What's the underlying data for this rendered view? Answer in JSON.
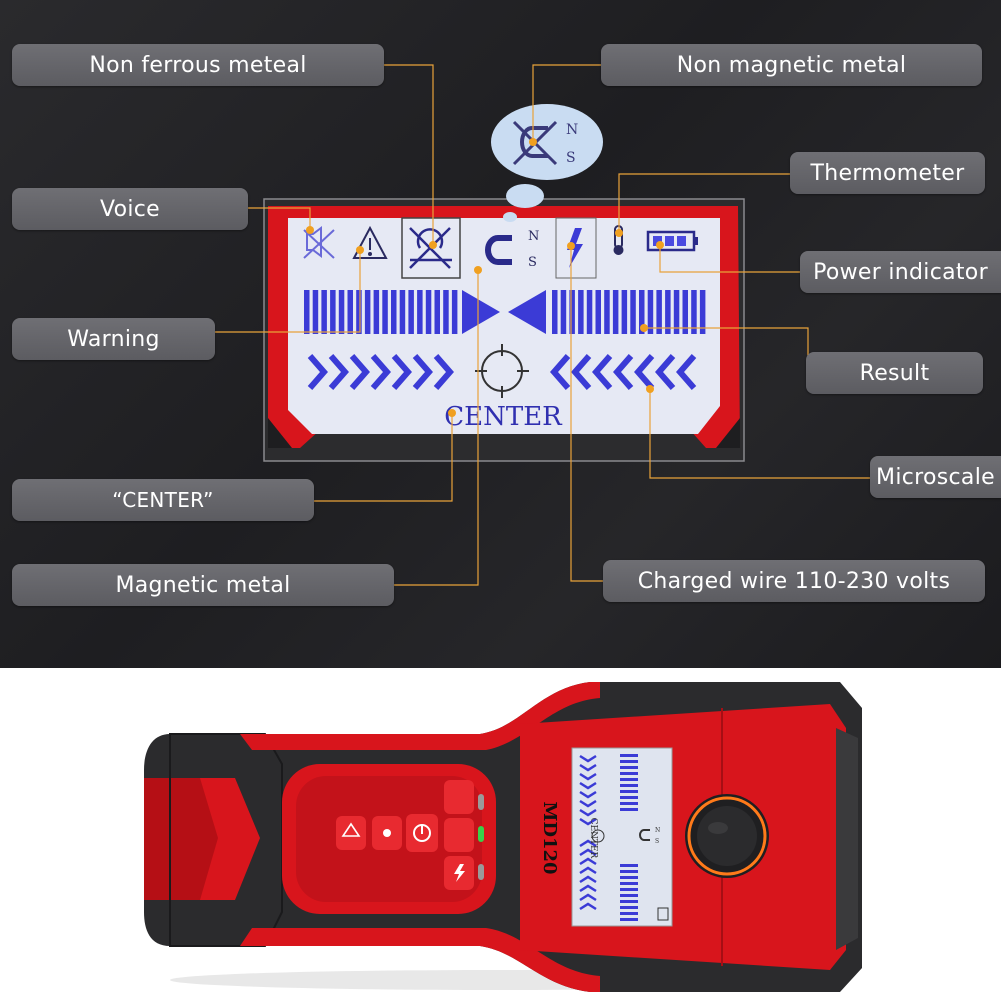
{
  "labels": {
    "non_ferrous": "Non ferrous meteal",
    "non_magnetic": "Non magnetic metal",
    "voice": "Voice",
    "thermometer": "Thermometer",
    "power_indicator": "Power indicator",
    "warning": "Warning",
    "result": "Result",
    "microscale": "Microscale",
    "center": "“CENTER”",
    "magnetic_metal": "Magnetic metal",
    "charged_wire": "Charged wire 110-230 volts"
  },
  "lcd": {
    "center_text": "CENTER",
    "north": "N",
    "south": "S"
  },
  "bubble": {
    "north": "N",
    "south": "S"
  },
  "device": {
    "model": "MD120",
    "mini_center_text": "CENTER",
    "mini_north": "N",
    "mini_south": "S"
  },
  "colors": {
    "device_red": "#d8151c",
    "lcd_blue": "#3b3bd6",
    "leader_orange": "#e8a23a",
    "label_gray": "#66666b"
  }
}
